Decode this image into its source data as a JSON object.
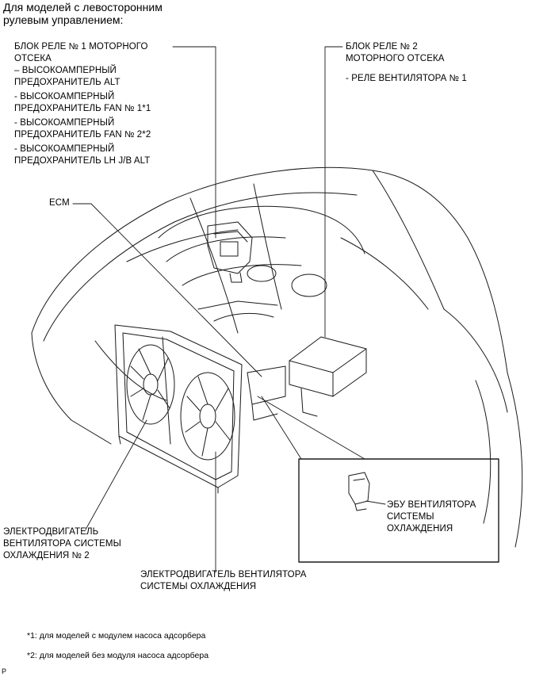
{
  "heading": {
    "line1": "Для моделей с левосторонним",
    "line2": "рулевым управлением:"
  },
  "callouts": {
    "relay_block_1": [
      "БЛОК РЕЛЕ № 1 МОТОРНОГО",
      "ОТСЕКА",
      "– ВЫСОКОАМПЕРНЫЙ",
      "ПРЕДОХРАНИТЕЛЬ ALT",
      "- ВЫСОКОАМПЕРНЫЙ",
      "ПРЕДОХРАНИТЕЛЬ FAN № 1*1",
      "- ВЫСОКОАМПЕРНЫЙ",
      "ПРЕДОХРАНИТЕЛЬ FAN № 2*2",
      "- ВЫСОКОАМПЕРНЫЙ",
      "ПРЕДОХРАНИТЕЛЬ LH J/B ALT"
    ],
    "relay_block_2": [
      "БЛОК РЕЛЕ № 2",
      "МОТОРНОГО ОТСЕКА",
      "- РЕЛЕ ВЕНТИЛЯТОРА № 1"
    ],
    "ecm": "ECM",
    "fan_ecu": [
      "ЭБУ ВЕНТИЛЯТОРА",
      "СИСТЕМЫ",
      "ОХЛАЖДЕНИЯ"
    ],
    "fan_motor_2": [
      "ЭЛЕКТРОДВИГАТЕЛЬ",
      "ВЕНТИЛЯТОРА СИСТЕМЫ",
      "ОХЛАЖДЕНИЯ № 2"
    ],
    "fan_motor": [
      "ЭЛЕКТРОДВИГАТЕЛЬ ВЕНТИЛЯТОРА",
      "СИСТЕМЫ ОХЛАЖДЕНИЯ"
    ]
  },
  "footnotes": {
    "note1": "*1: для моделей с модулем насоса адсорбера",
    "note2": "*2: для моделей без модуля насоса адсорбера"
  },
  "figure_code": "P",
  "colors": {
    "ink": "#000000",
    "line": "#1a1a1a",
    "background": "#ffffff"
  }
}
